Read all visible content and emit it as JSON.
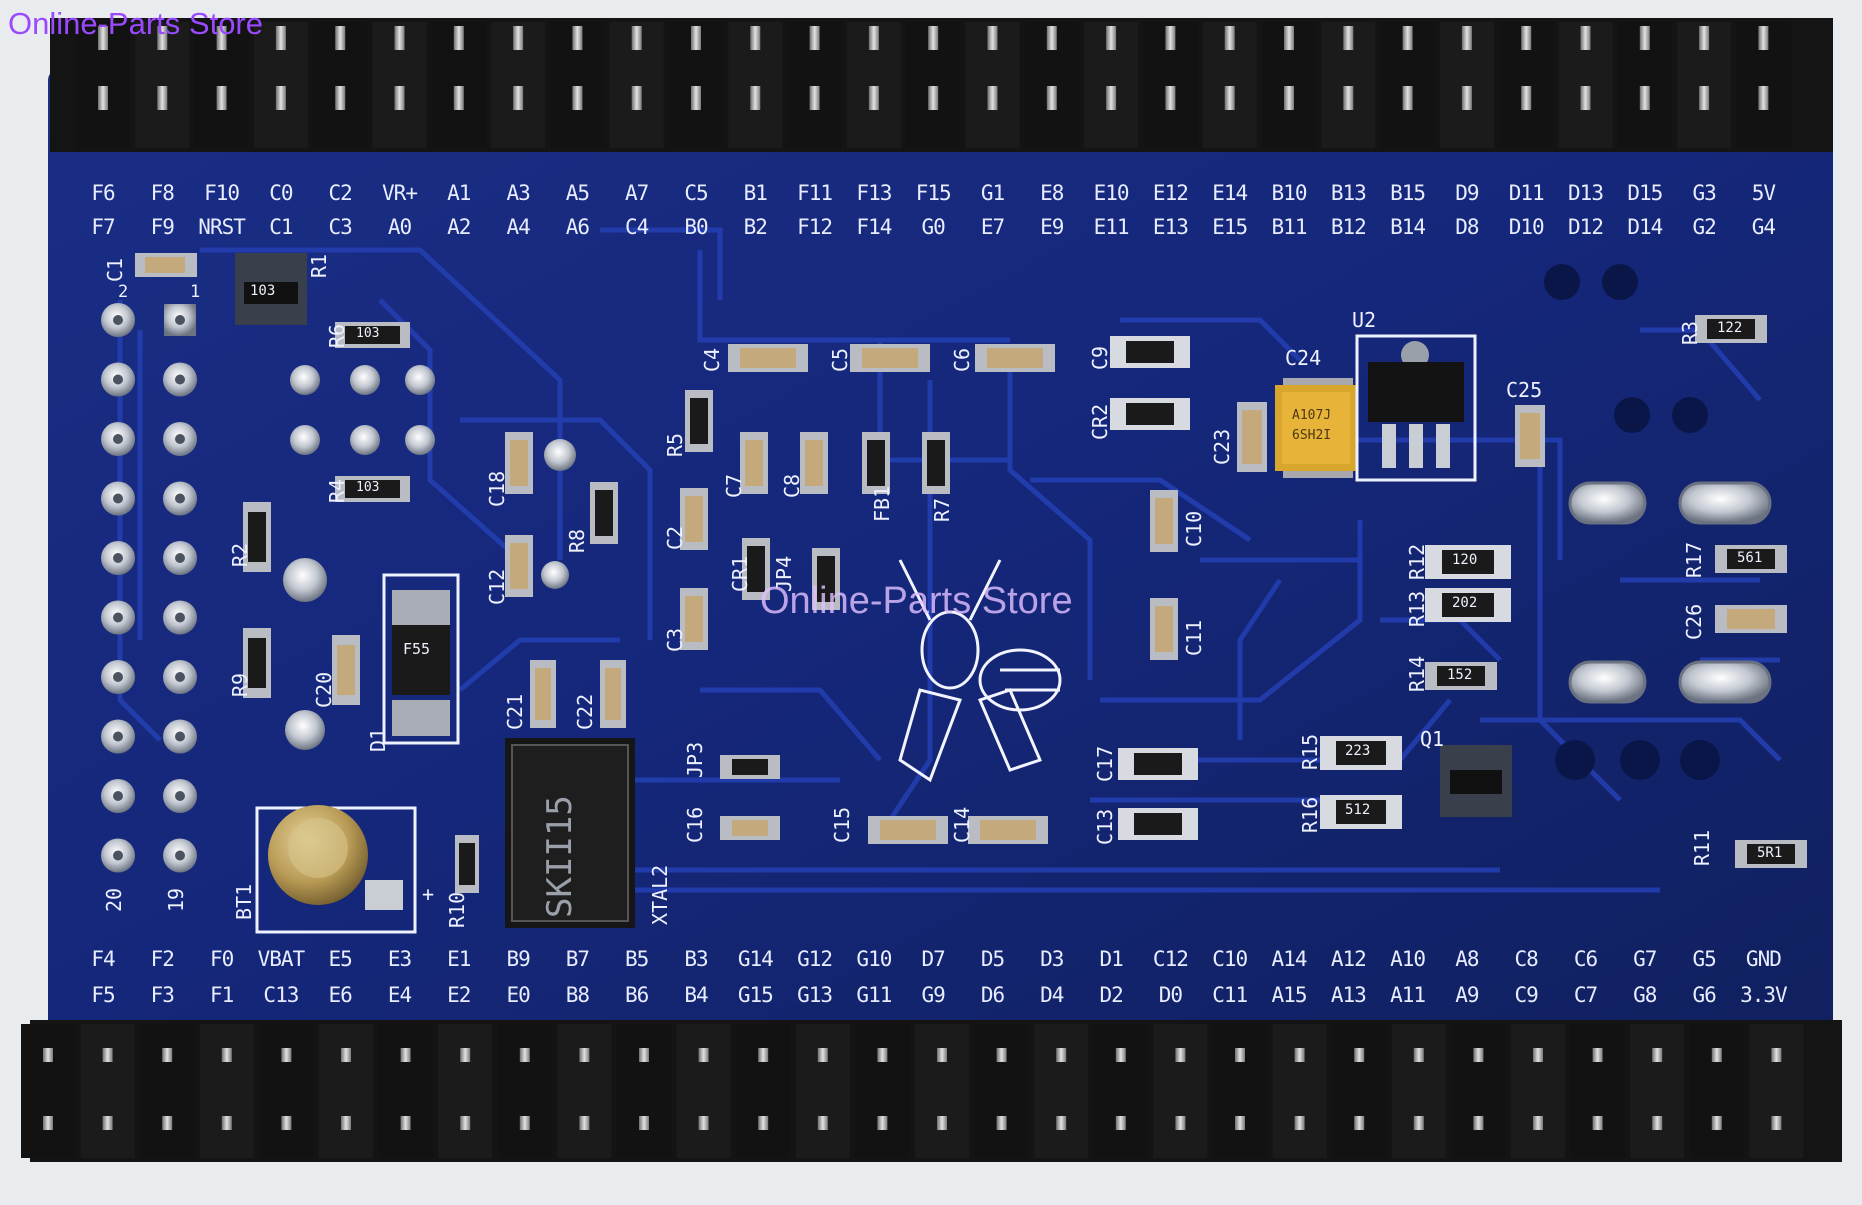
{
  "watermarks": {
    "store_name": "Online-Parts Store",
    "center_text": "Online-Parts Store"
  },
  "colors": {
    "pcb": "#16287a",
    "pcb_dark": "#0c1650",
    "trace": "#1d36a2",
    "silkscreen": "#eef1ff",
    "header_plastic": "#171717",
    "pin_metal": "#bdbdbd",
    "pad_metal": "#c9cdd4",
    "background": "#e9ecef"
  },
  "top_header": {
    "row1": [
      "F6",
      "F8",
      "F10",
      "C0",
      "C2",
      "VR+",
      "A1",
      "A3",
      "A5",
      "A7",
      "C5",
      "B1",
      "F11",
      "F13",
      "F15",
      "G1",
      "E8",
      "E10",
      "E12",
      "E14",
      "B10",
      "B13",
      "B15",
      "D9",
      "D11",
      "D13",
      "D15",
      "G3",
      "5V"
    ],
    "row2": [
      "F7",
      "F9",
      "NRST",
      "C1",
      "C3",
      "A0",
      "A2",
      "A4",
      "A6",
      "C4",
      "B0",
      "B2",
      "F12",
      "F14",
      "G0",
      "E7",
      "E9",
      "E11",
      "E13",
      "E15",
      "B11",
      "B12",
      "B14",
      "D8",
      "D10",
      "D12",
      "D14",
      "G2",
      "G4"
    ]
  },
  "bottom_header": {
    "row1": [
      "F4",
      "F2",
      "F0",
      "VBAT",
      "E5",
      "E3",
      "E1",
      "B9",
      "B7",
      "B5",
      "B3",
      "G14",
      "G12",
      "G10",
      "D7",
      "D5",
      "D3",
      "D1",
      "C12",
      "C10",
      "A14",
      "A12",
      "A10",
      "A8",
      "C8",
      "C6",
      "G7",
      "G5",
      "GND"
    ],
    "row2": [
      "F5",
      "F3",
      "F1",
      "C13",
      "E6",
      "E4",
      "E2",
      "E0",
      "B8",
      "B6",
      "B4",
      "G15",
      "G13",
      "G11",
      "G9",
      "D6",
      "D4",
      "D2",
      "D0",
      "C11",
      "A15",
      "A13",
      "A11",
      "A9",
      "C9",
      "C7",
      "G8",
      "G6",
      "3.3V"
    ]
  },
  "silkscreen": {
    "c1": "C1",
    "r1": "R1",
    "pin2": "2",
    "pin1": "1",
    "code_103": "103",
    "r6": "R6",
    "r4": "R4",
    "r2": "R2",
    "r9": "R9",
    "r5": "R5",
    "r7": "R7",
    "r8": "R8",
    "r3": "R3",
    "r10": "R10",
    "r11": "R11",
    "r12": "R12",
    "r13": "R13",
    "r14": "R14",
    "r15": "R15",
    "r16": "R16",
    "r17": "R17",
    "c2": "C2",
    "c3": "C3",
    "c4": "C4",
    "c5": "C5",
    "c6": "C6",
    "c7": "C7",
    "c8": "C8",
    "c9": "C9",
    "c10": "C10",
    "c11": "C11",
    "c12": "C12",
    "c13": "C13",
    "c14": "C14",
    "c15": "C15",
    "c16": "C16",
    "c17": "C17",
    "c18": "C18",
    "c20": "C20",
    "c21": "C21",
    "c22": "C22",
    "c23": "C23",
    "c24": "C24",
    "c25": "C25",
    "c26": "C26",
    "cr1": "CR1",
    "cr2": "CR2",
    "fb1": "FB1",
    "jp3": "JP3",
    "jp4": "JP4",
    "d1": "D1",
    "q1": "Q1",
    "u2": "U2",
    "bt1": "BT1",
    "xtal2": "XTAL2",
    "pin20": "20",
    "pin19": "19",
    "plus": "+",
    "crystal_mark": "SKII15",
    "diode_mark": "F55",
    "tant_mark1": "A107J",
    "tant_mark2": "6SH2I",
    "r6_val": "103",
    "r4_val": "103",
    "r12_val": "120",
    "r13_val": "202",
    "r14_val": "152",
    "r15_val": "223",
    "r16_val": "512",
    "r3_val": "122",
    "r17_val": "561",
    "r11_val": "5R1"
  }
}
